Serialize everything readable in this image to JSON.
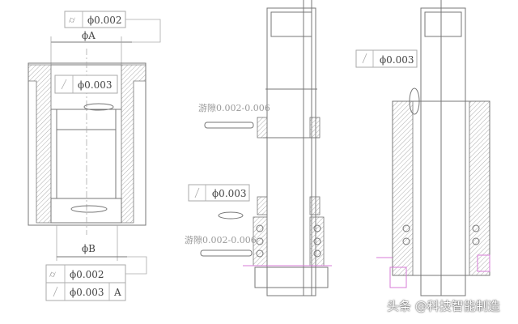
{
  "left_view": {
    "top_tolerance": {
      "symbol": "cylindricity",
      "value": "ϕ0.002"
    },
    "dim_a": "ϕA",
    "inner_tolerance": {
      "symbol": "runout",
      "value": "ϕ0.003"
    },
    "dim_b": "ϕB",
    "bottom_tolerances": [
      {
        "symbol": "cylindricity",
        "value": "ϕ0.002",
        "datum": ""
      },
      {
        "symbol": "runout",
        "value": "ϕ0.003",
        "datum": "A"
      }
    ]
  },
  "middle_view": {
    "clearance_upper": "游隙0.002-0.006",
    "runout_tolerance": {
      "symbol": "runout",
      "value": "ϕ0.003"
    },
    "clearance_lower": "游隙0.002-0.006"
  },
  "right_view": {
    "runout_tolerance": {
      "symbol": "runout",
      "value": "ϕ0.003"
    }
  },
  "watermark": "头条 @科技智能制造"
}
